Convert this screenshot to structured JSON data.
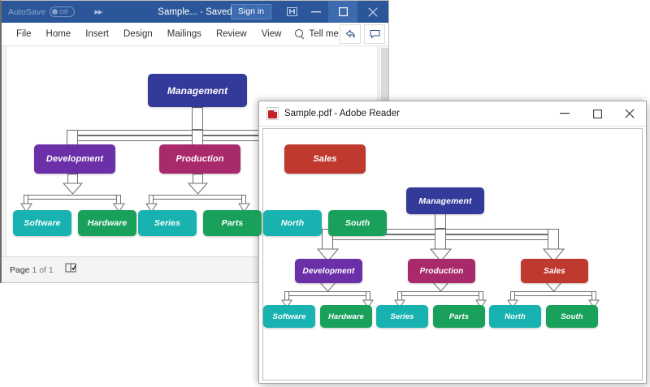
{
  "word": {
    "titlebar": {
      "autosave_label": "AutoSave",
      "autosave_state": "Off",
      "qat_more_icon": "chevron-double-right-icon",
      "document_title": "Sample...",
      "title_separator": "-",
      "saved_status": "Saved",
      "signin_label": "Sign in",
      "ribbon_display_icon": "ribbon-display-options-icon",
      "minimize_icon": "minimize-icon",
      "maximize_icon": "maximize-icon",
      "close_icon": "close-icon"
    },
    "ribbon": {
      "tabs": [
        {
          "label": "File"
        },
        {
          "label": "Home"
        },
        {
          "label": "Insert"
        },
        {
          "label": "Design"
        },
        {
          "label": "Mailings"
        },
        {
          "label": "Review"
        },
        {
          "label": "View"
        }
      ],
      "tell_me": "Tell me",
      "share_icon": "share-icon",
      "comments_icon": "comments-icon"
    },
    "statusbar": {
      "page_prefix": "Page",
      "page_current": "1",
      "page_of": "of",
      "page_total": "1",
      "page_label": "Page 1 of 1",
      "proofing_icon": "proofing-errors-icon",
      "views": [
        {
          "name": "read-mode-view",
          "icon": "read-mode-icon",
          "active": false
        },
        {
          "name": "print-layout-view",
          "icon": "print-layout-icon",
          "active": true
        },
        {
          "name": "web-layout-view",
          "icon": "web-layout-icon",
          "active": false
        }
      ]
    }
  },
  "pdf": {
    "titlebar": {
      "app_icon": "adobe-pdf-icon",
      "title": "Sample.pdf - Adobe Reader",
      "minimize_icon": "minimize-icon",
      "maximize_icon": "maximize-icon",
      "close_icon": "close-icon"
    }
  },
  "chart_data": {
    "type": "diagram",
    "title": "Organization Chart",
    "orientation": "top-down",
    "connector_style": "block-arrow",
    "levels": [
      {
        "level": 1,
        "nodes": [
          "Management"
        ]
      },
      {
        "level": 2,
        "nodes": [
          "Development",
          "Production",
          "Sales"
        ]
      },
      {
        "level": 3,
        "nodes": [
          "Software",
          "Hardware",
          "Series",
          "Parts",
          "North",
          "South"
        ]
      }
    ],
    "edges": [
      {
        "from": "Management",
        "to": "Development"
      },
      {
        "from": "Management",
        "to": "Production"
      },
      {
        "from": "Management",
        "to": "Sales"
      },
      {
        "from": "Development",
        "to": "Software"
      },
      {
        "from": "Development",
        "to": "Hardware"
      },
      {
        "from": "Production",
        "to": "Series"
      },
      {
        "from": "Production",
        "to": "Parts"
      },
      {
        "from": "Sales",
        "to": "North"
      },
      {
        "from": "Sales",
        "to": "South"
      }
    ],
    "nodes": [
      {
        "id": "management",
        "label": "Management",
        "color": "#343a9a"
      },
      {
        "id": "development",
        "label": "Development",
        "color": "#6b2fa8"
      },
      {
        "id": "production",
        "label": "Production",
        "color": "#a92a6b"
      },
      {
        "id": "sales",
        "label": "Sales",
        "color": "#c0392f"
      },
      {
        "id": "software",
        "label": "Software",
        "color": "#18b3b0"
      },
      {
        "id": "hardware",
        "label": "Hardware",
        "color": "#19a15c"
      },
      {
        "id": "series",
        "label": "Series",
        "color": "#18b3b0"
      },
      {
        "id": "parts",
        "label": "Parts",
        "color": "#19a15c"
      },
      {
        "id": "north",
        "label": "North",
        "color": "#18b3b0"
      },
      {
        "id": "south",
        "label": "South",
        "color": "#19a15c"
      }
    ]
  }
}
